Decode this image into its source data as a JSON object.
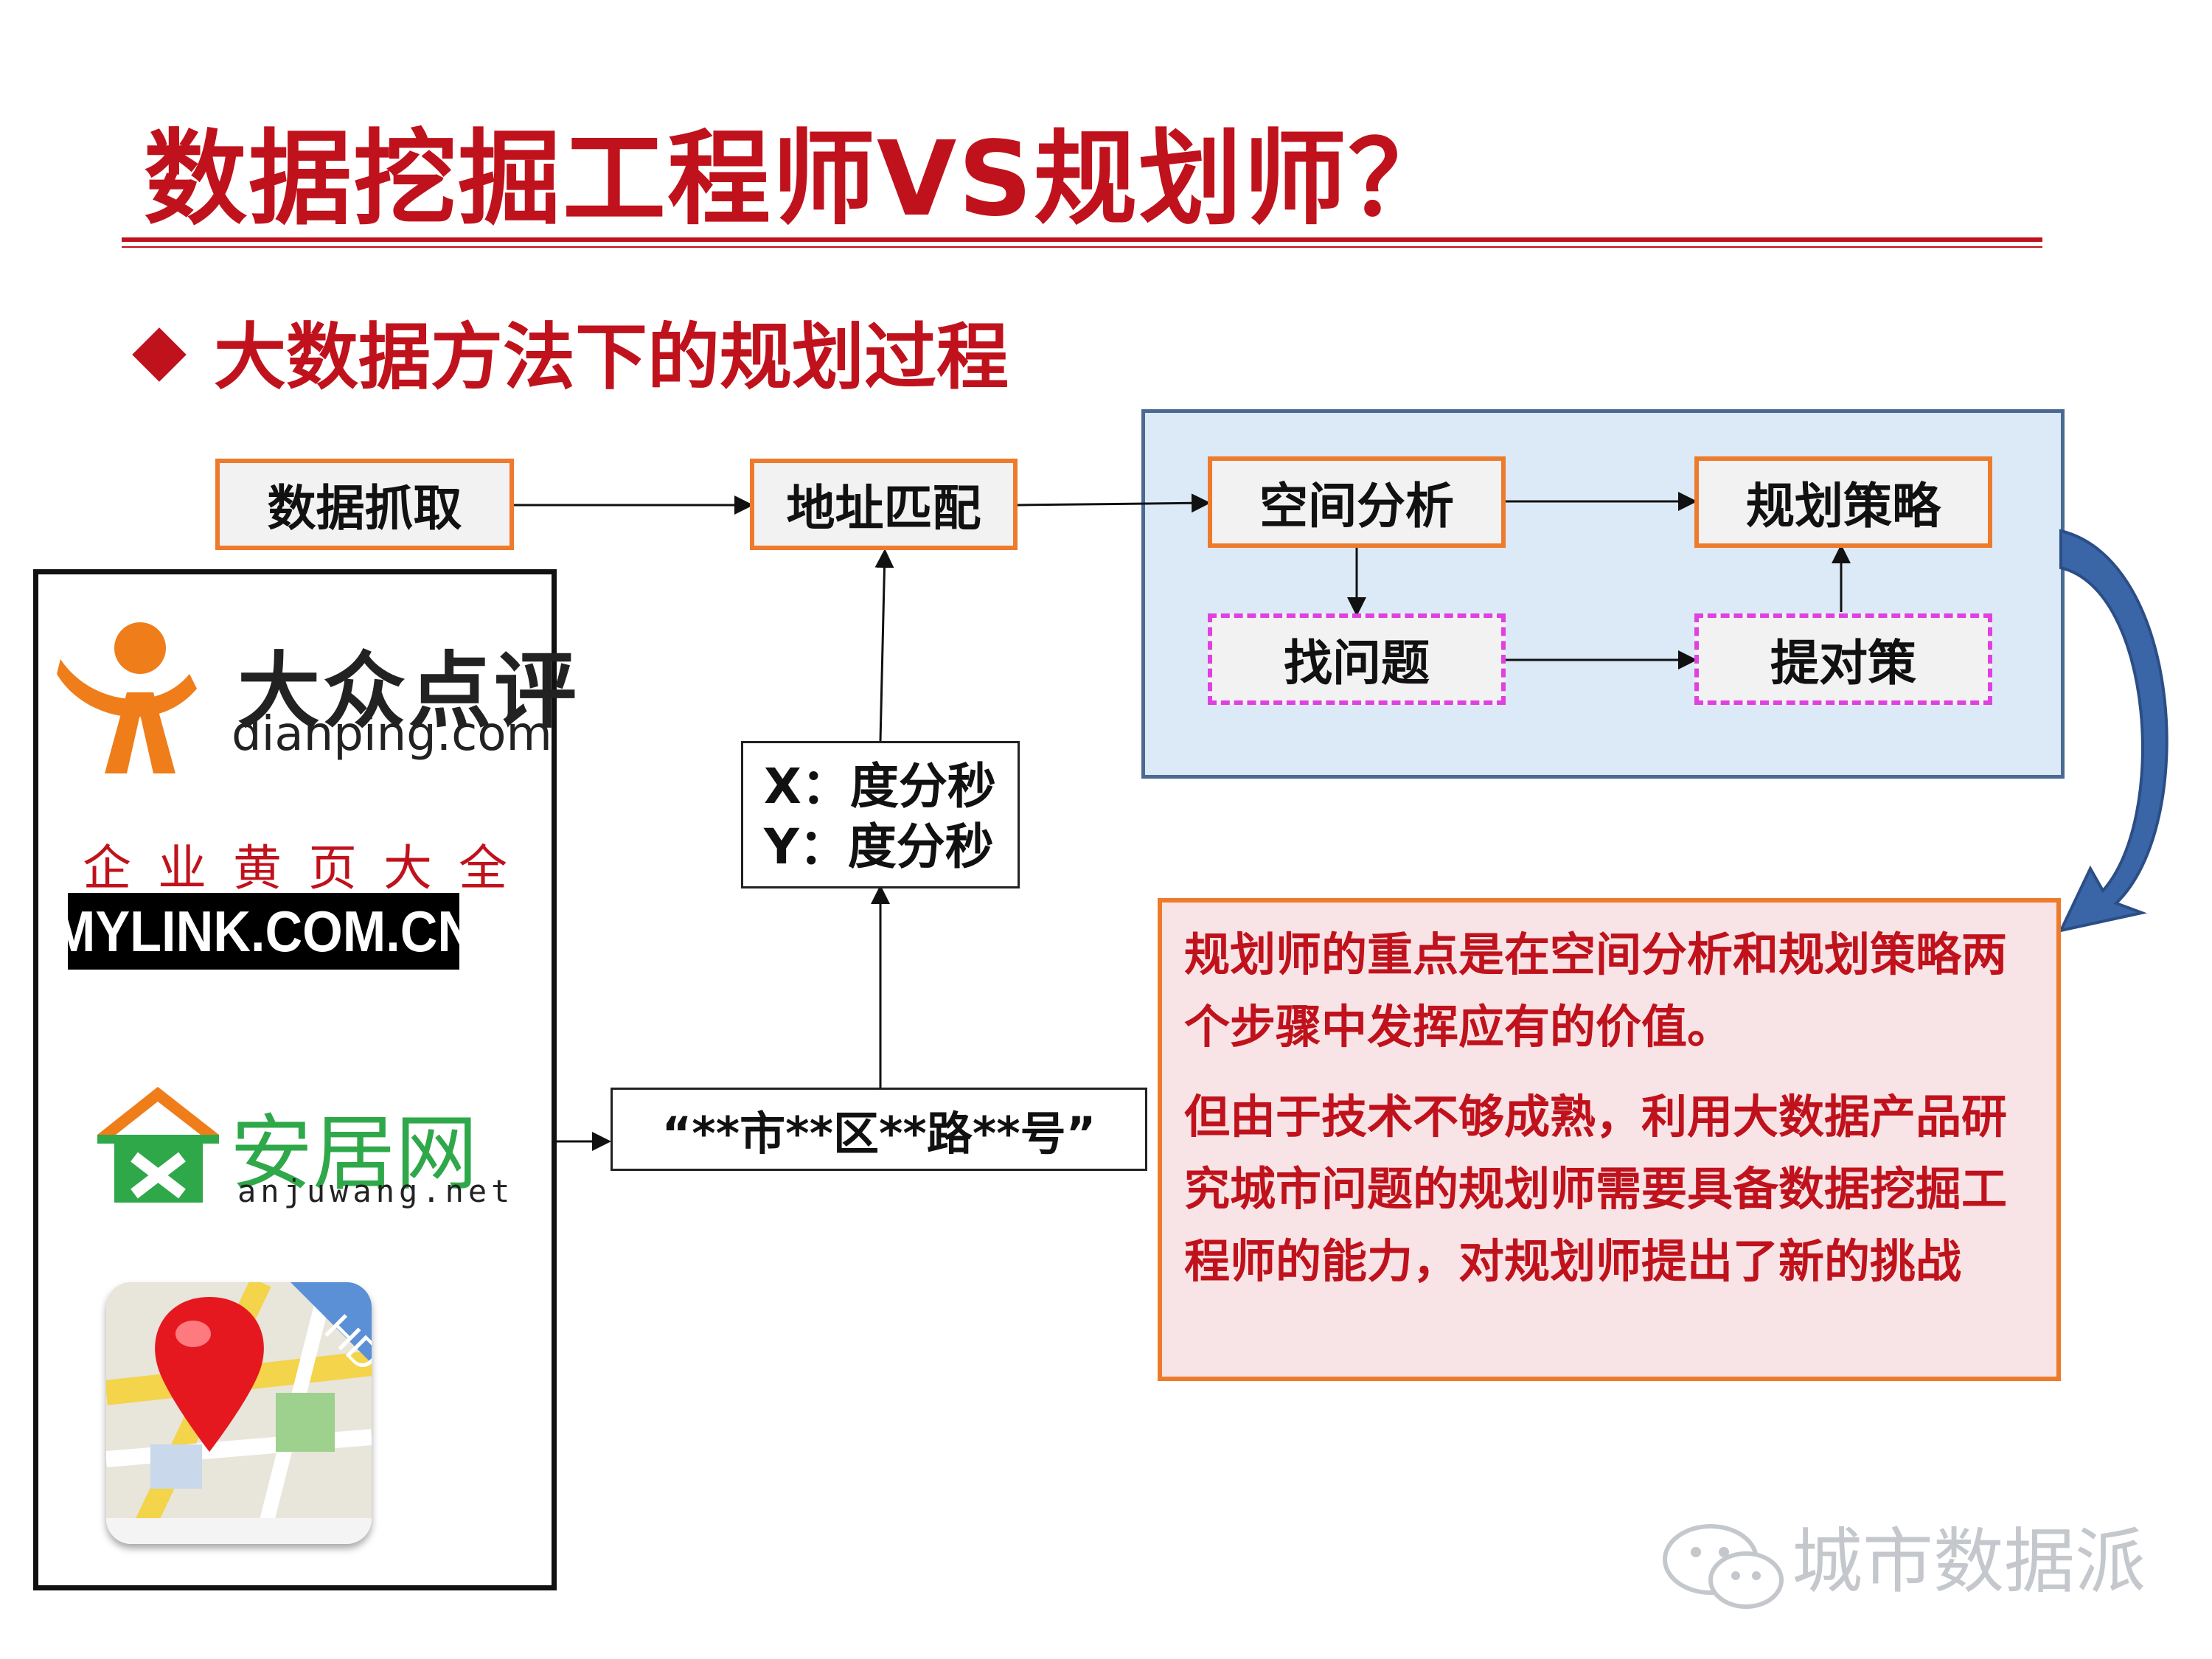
{
  "title": "数据挖掘工程师VS规划师？",
  "subtitle": "大数据方法下的规划过程",
  "flow": {
    "data_capture": "数据抓取",
    "address_match": "地址匹配",
    "spatial_analysis": "空间分析",
    "planning_strategy": "规划策略",
    "find_problem": "找问题",
    "propose_solution": "提对策",
    "coord_x": "X：度分秒",
    "coord_y": "Y：度分秒",
    "address_format": "“**市**区**路**号”"
  },
  "sources": {
    "dianping_cn": "大众点评",
    "dianping_url": "dianping.com",
    "mylink_cn": "企业黄页大全",
    "mylink_url": "MYLINK.COM.CN",
    "anjuwang_cn": "安居网",
    "anjuwang_url": "anjuwang.net",
    "map_badge": "HD"
  },
  "note": {
    "paragraph1": "规划师的重点是在空间分析和规划策略两个步骤中发挥应有的价值。",
    "paragraph2": "但由于技术不够成熟，利用大数据产品研究城市问题的规划师需要具备数据挖掘工程师的能力，对规划师提出了新的挑战"
  },
  "watermark": "城市数据派",
  "colors": {
    "title_red": "#c0121c",
    "orange_border": "#ee7a2c",
    "dashed_magenta": "#e040e0",
    "panel_blue": "#dbeaf6",
    "note_pink": "#f8e4e6",
    "curved_arrow_blue": "#3a66a8"
  }
}
